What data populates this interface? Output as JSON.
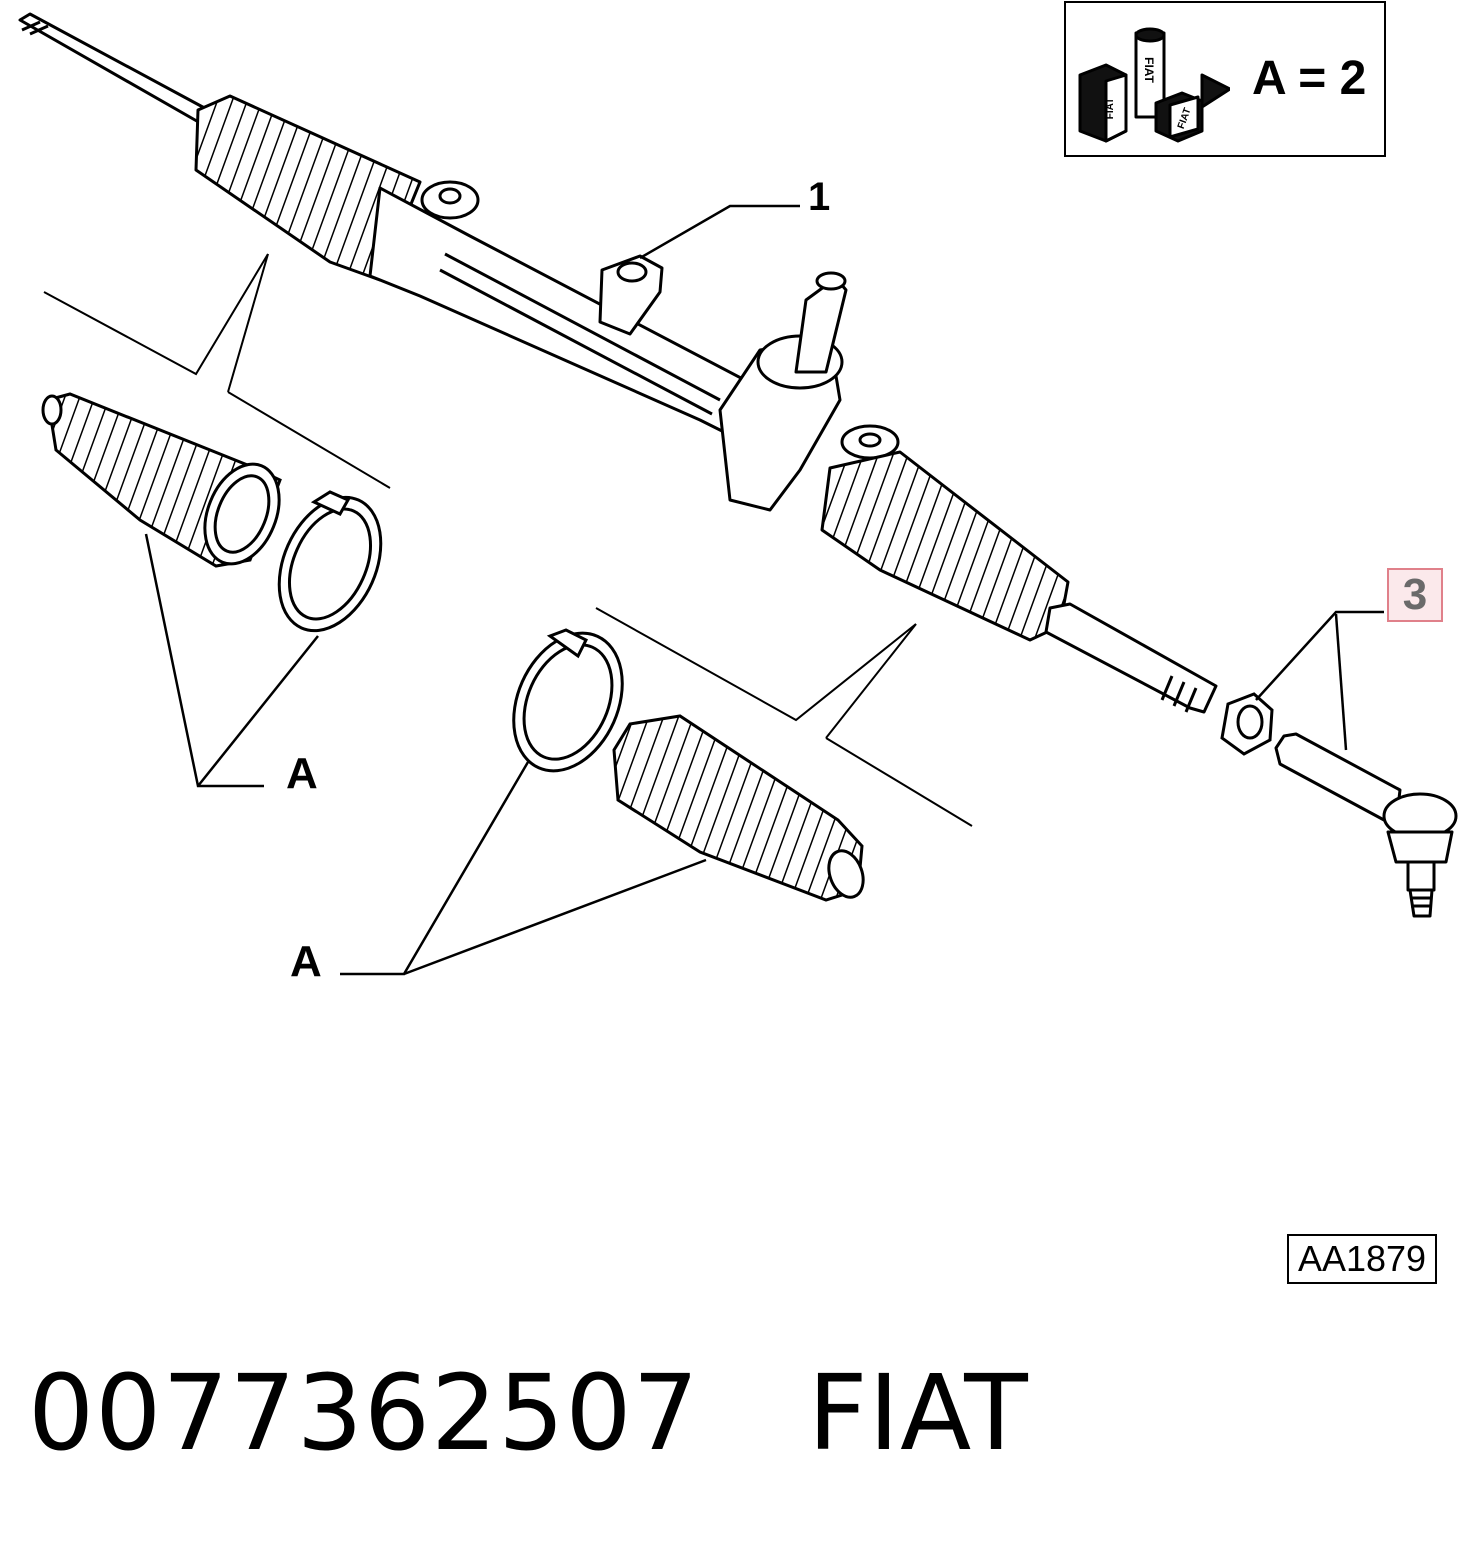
{
  "diagram": {
    "callouts": {
      "part_1": "1",
      "part_3": "3",
      "kit_a_left": "A",
      "kit_a_bottom": "A"
    },
    "kit_legend": {
      "label": "A = 2",
      "brand_marks": [
        "FIAT",
        "FIAT",
        "FIAT"
      ]
    },
    "reference_code": "AA1879",
    "highlight_color": "#e0808a"
  },
  "footer": {
    "part_number": "0077362507",
    "brand": "FIAT"
  }
}
